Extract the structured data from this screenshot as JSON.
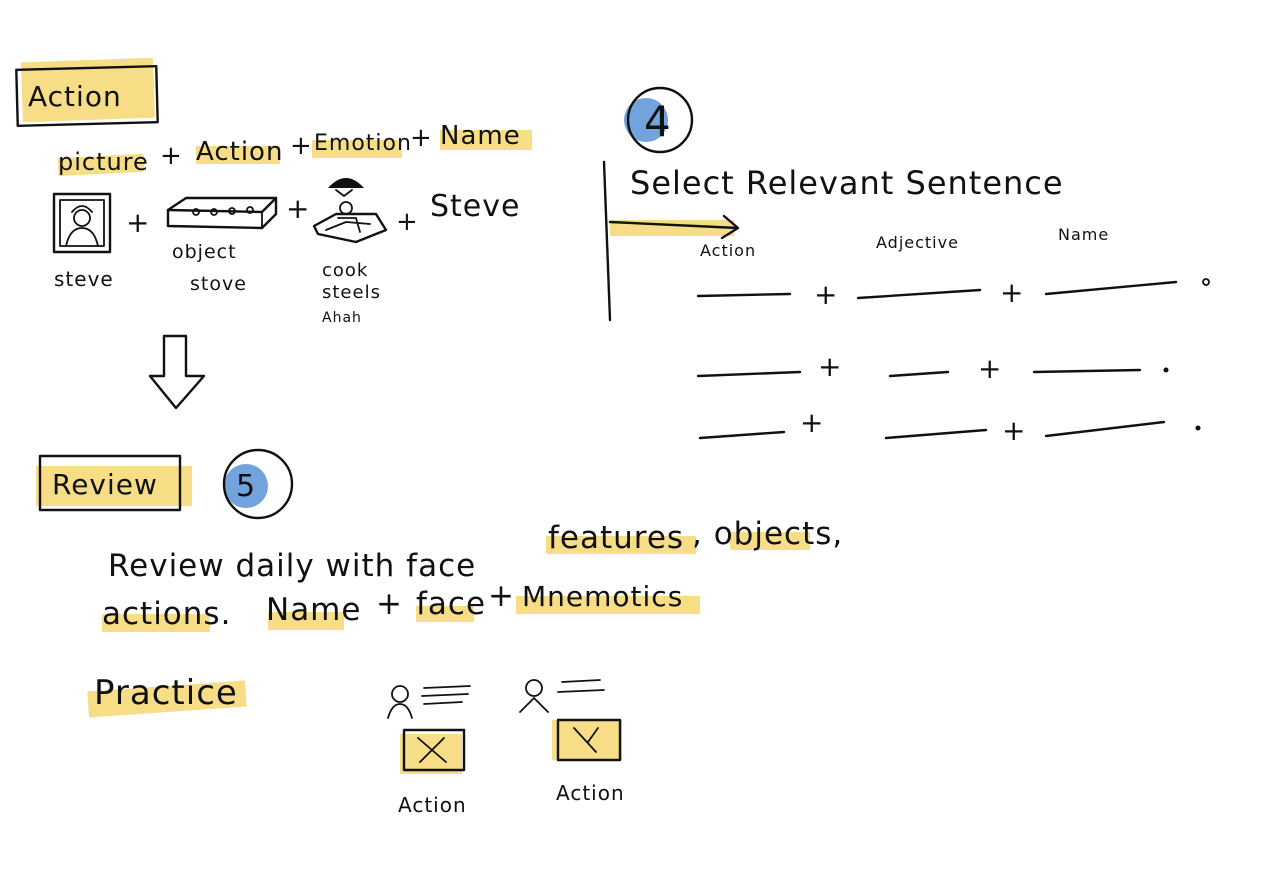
{
  "colors": {
    "highlight_yellow": "#f4d35e",
    "highlight_blue": "#5b93d6",
    "ink": "#111111"
  },
  "action_section": {
    "heading": "Action",
    "formula": {
      "picture": "picture",
      "plus1": "+",
      "action": "Action",
      "plus2": "+",
      "emotion": "Emotion",
      "plus3": "+",
      "name": "Name"
    },
    "example": {
      "portrait_caption": "steve",
      "plus1": "+",
      "object_caption_line1": "object",
      "object_caption_line2": "stove",
      "plus2": "+",
      "cook_caption_line1": "cook",
      "cook_caption_line2": "steels",
      "cook_caption_line3": "Ahah",
      "plus3": "+",
      "name": "Steve"
    }
  },
  "step4": {
    "number": "4",
    "title": "Select Relevant Sentence",
    "columns": {
      "action": "Action",
      "adjective": "Adjective",
      "name": "Name"
    },
    "rows": [
      {
        "plus1": "+",
        "plus2": "+"
      },
      {
        "plus1": "+",
        "plus2": "+"
      },
      {
        "plus1": "+",
        "plus2": "+"
      }
    ]
  },
  "review_section": {
    "heading": "Review",
    "number": "5",
    "line1_a": "Review daily with face",
    "line1_b": "features",
    "line1_c": ", objects,",
    "line2_a": "actions.",
    "line2_b": "Name",
    "line2_c": "+",
    "line2_d": "face",
    "line2_e": "+",
    "line2_f": "Mnemotics",
    "practice": "Practice",
    "cards": [
      {
        "label": "Action"
      },
      {
        "label": "Action"
      }
    ]
  }
}
